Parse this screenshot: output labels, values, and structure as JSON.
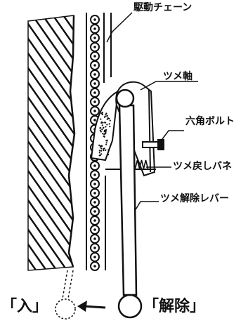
{
  "labels": {
    "drive_chain": "駆動チェーン",
    "pawl_shaft": "ツメ軸",
    "hex_bolt": "六角ボルト",
    "pawl_return_spring": "ツメ戻しバネ",
    "pawl_release_lever": "ツメ解除レバー",
    "engage": "「入」",
    "release": "「解除」"
  },
  "colors": {
    "ink": "#111111",
    "paper": "#ffffff"
  }
}
